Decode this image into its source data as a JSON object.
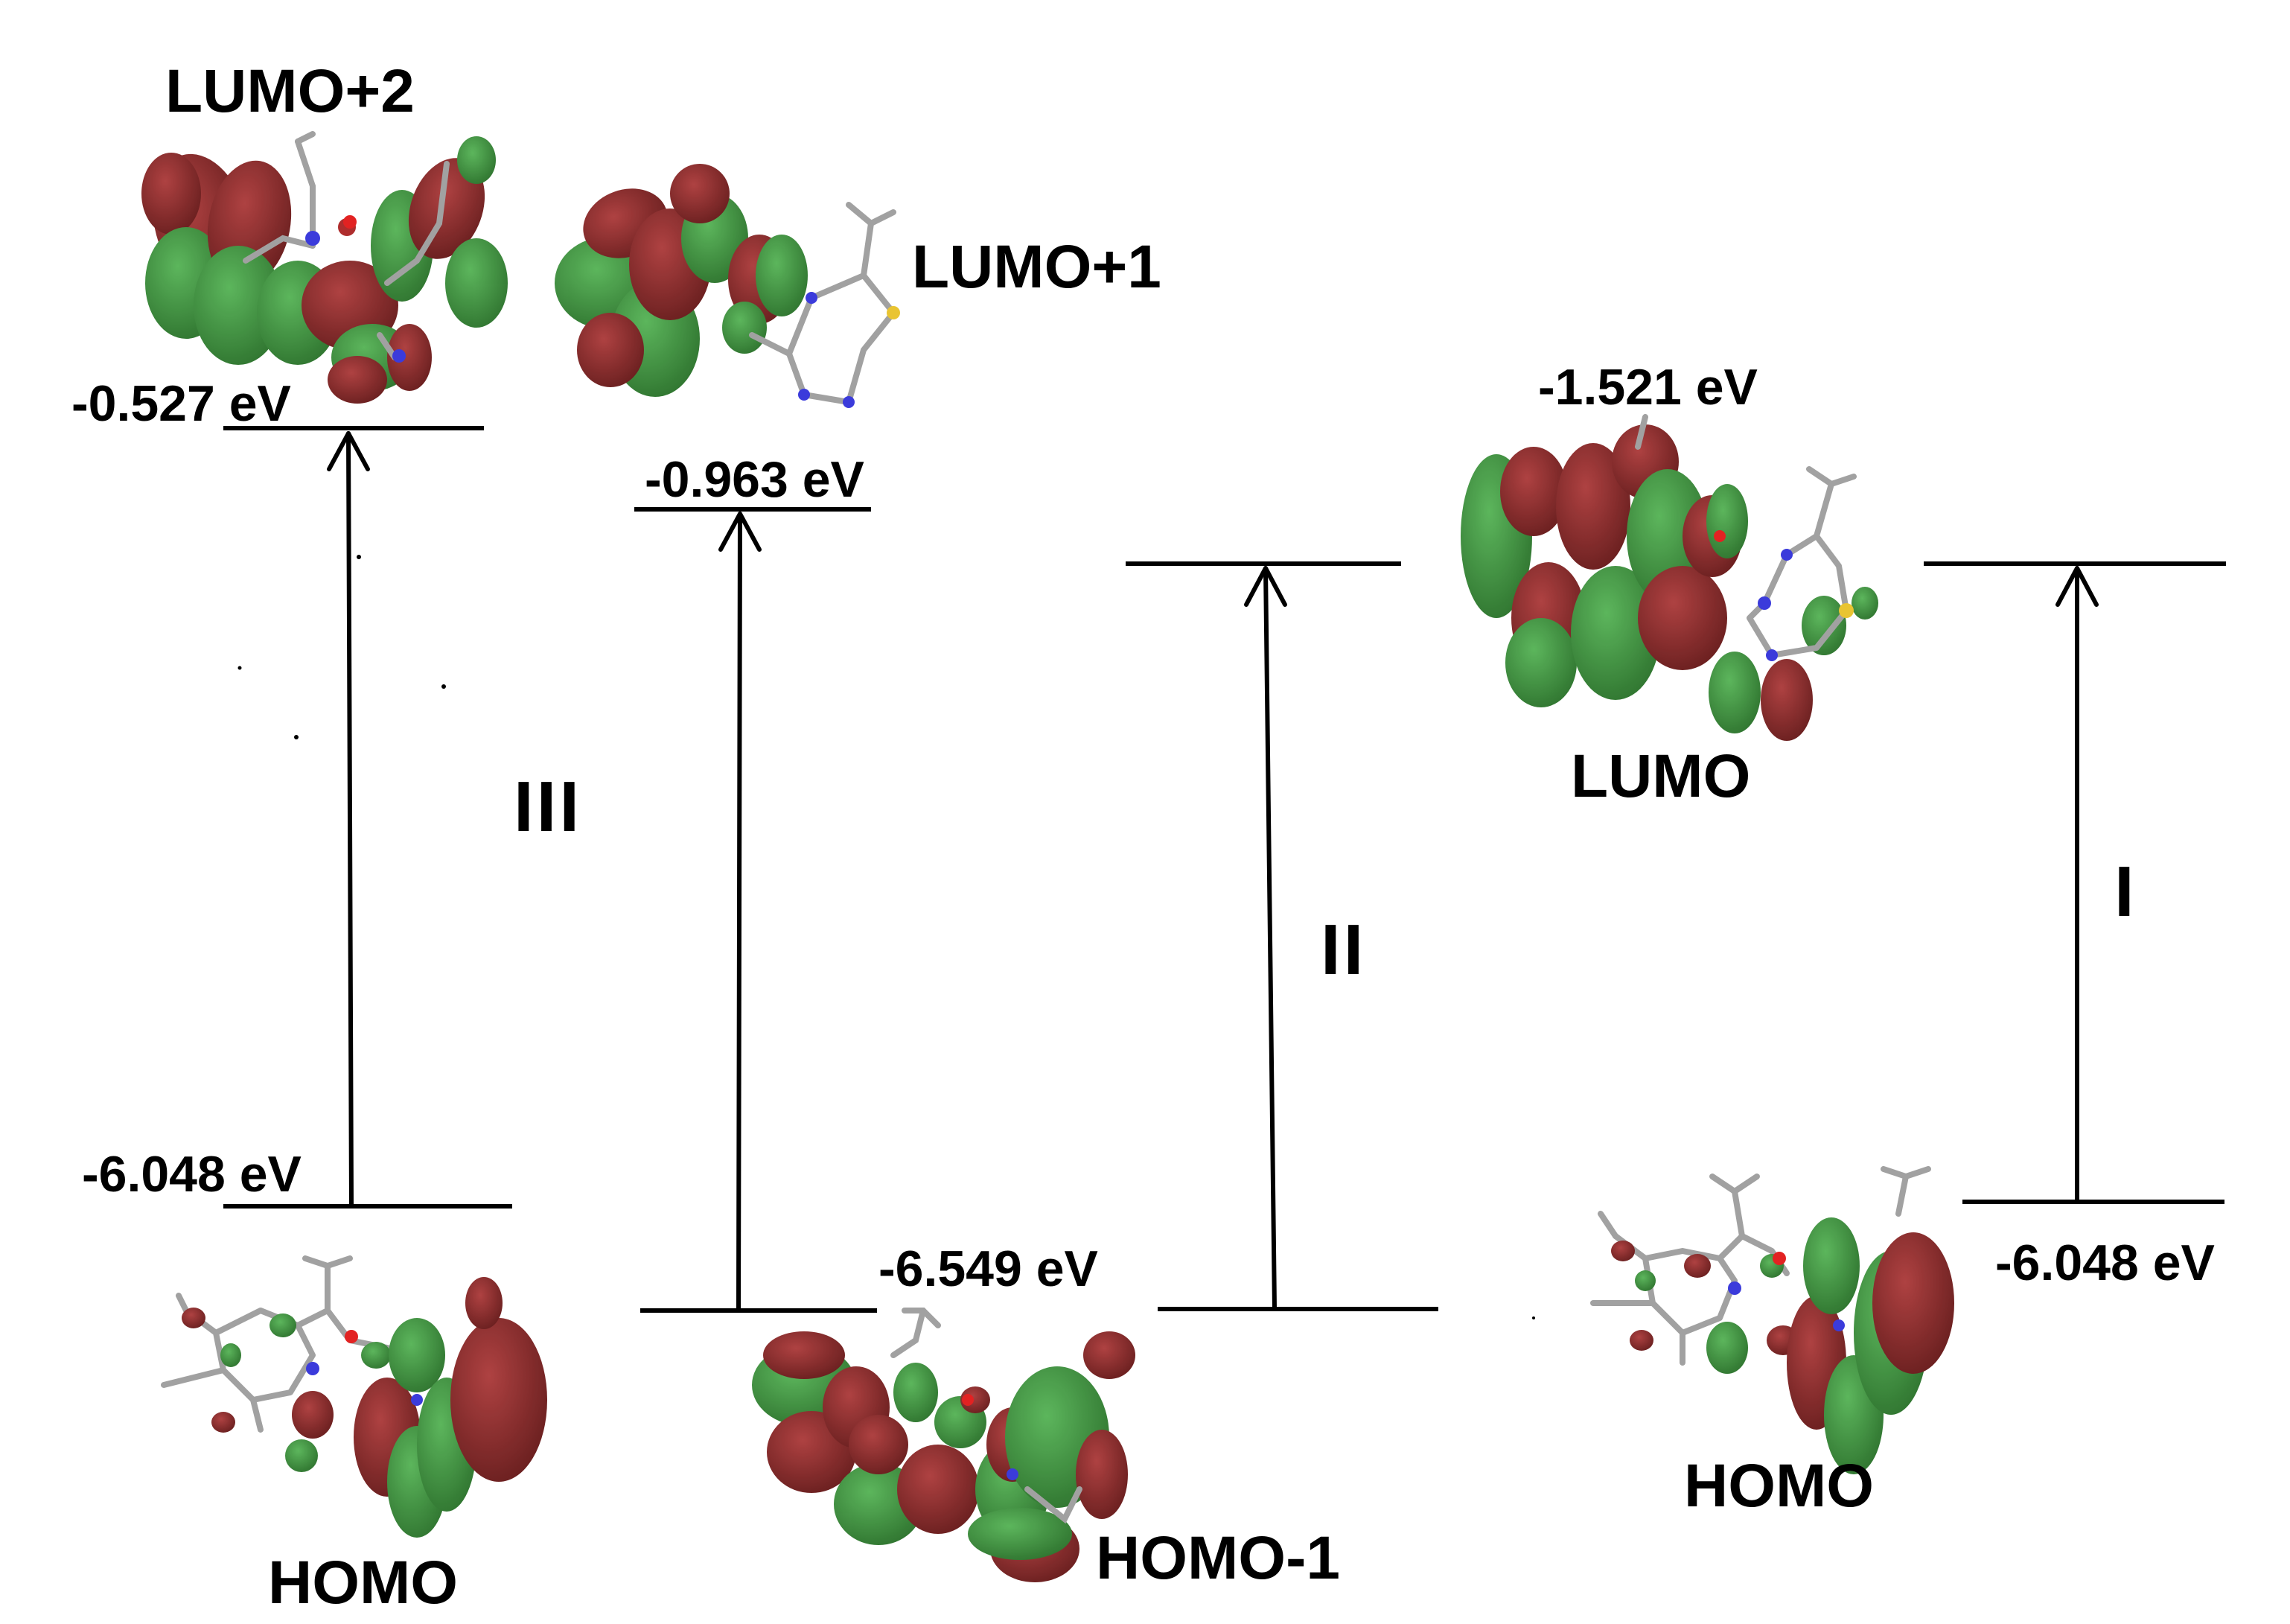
{
  "colors": {
    "line": "#000000",
    "lobe_red": "#7a1414",
    "lobe_green": "#2f8a2f",
    "atom_n": "#2b2bd8",
    "atom_o": "#e01010",
    "atom_s": "#e8c020",
    "bond": "#9a9a9a"
  },
  "levels": {
    "lumo2": {
      "label": "LUMO+2",
      "energy": "-0.527 eV"
    },
    "lumo1": {
      "label": "LUMO+1",
      "energy": "-0.963 eV"
    },
    "lumo": {
      "label": "LUMO",
      "energy": "-1.521 eV"
    },
    "homo_left": {
      "label": "HOMO",
      "energy": "-6.048 eV"
    },
    "homo1": {
      "label": "HOMO-1",
      "energy": "-6.549 eV"
    },
    "homo_right": {
      "label": "HOMO",
      "energy": "-6.048 eV"
    }
  },
  "transitions": [
    {
      "label": "III",
      "from": "HOMO",
      "to": "LUMO+2"
    },
    {
      "label": "",
      "from": "HOMO-1",
      "to": "LUMO+1"
    },
    {
      "label": "II",
      "from": "HOMO-1",
      "to": "LUMO"
    },
    {
      "label": "I",
      "from": "HOMO",
      "to": "LUMO"
    }
  ],
  "orbital_icons": [
    "lumo2-orbital-icon",
    "lumo1-orbital-icon",
    "lumo-orbital-icon",
    "homo-left-orbital-icon",
    "homo1-orbital-icon",
    "homo-right-orbital-icon"
  ]
}
